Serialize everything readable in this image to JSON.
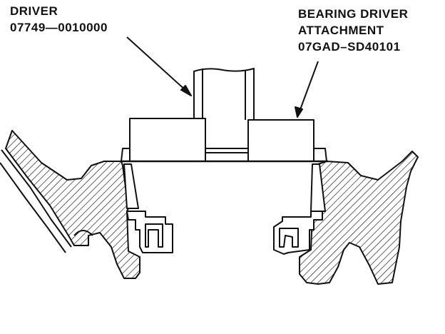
{
  "labels": {
    "driver": {
      "name": "DRIVER",
      "part_number": "07749—0010000"
    },
    "attachment": {
      "line1": "BEARING DRIVER",
      "line2": "ATTACHMENT",
      "part_number": "07GAD–SD40101"
    }
  },
  "colors": {
    "ink": "#111111",
    "paper": "#ffffff"
  }
}
